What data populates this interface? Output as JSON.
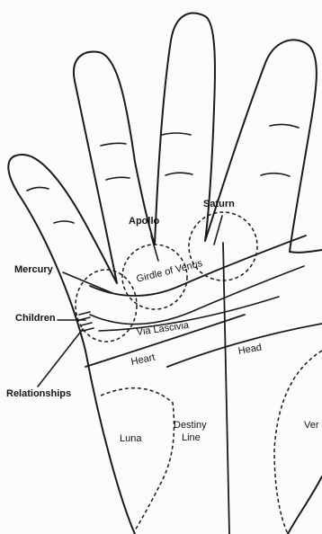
{
  "labels": {
    "saturn": "Saturn",
    "apollo": "Apollo",
    "mercury": "Mercury",
    "girdle": "Girdle of Venus",
    "children": "Children",
    "via_lascivia": "Via Lascivia",
    "heart": "Heart",
    "head": "Head",
    "relationships": "Relationships",
    "luna": "Luna",
    "destiny_1": "Destiny",
    "destiny_2": "Line",
    "venus_partial": "Ver"
  },
  "colors": {
    "ink": "#1a1a1a",
    "paper": "#fbfbfa"
  }
}
